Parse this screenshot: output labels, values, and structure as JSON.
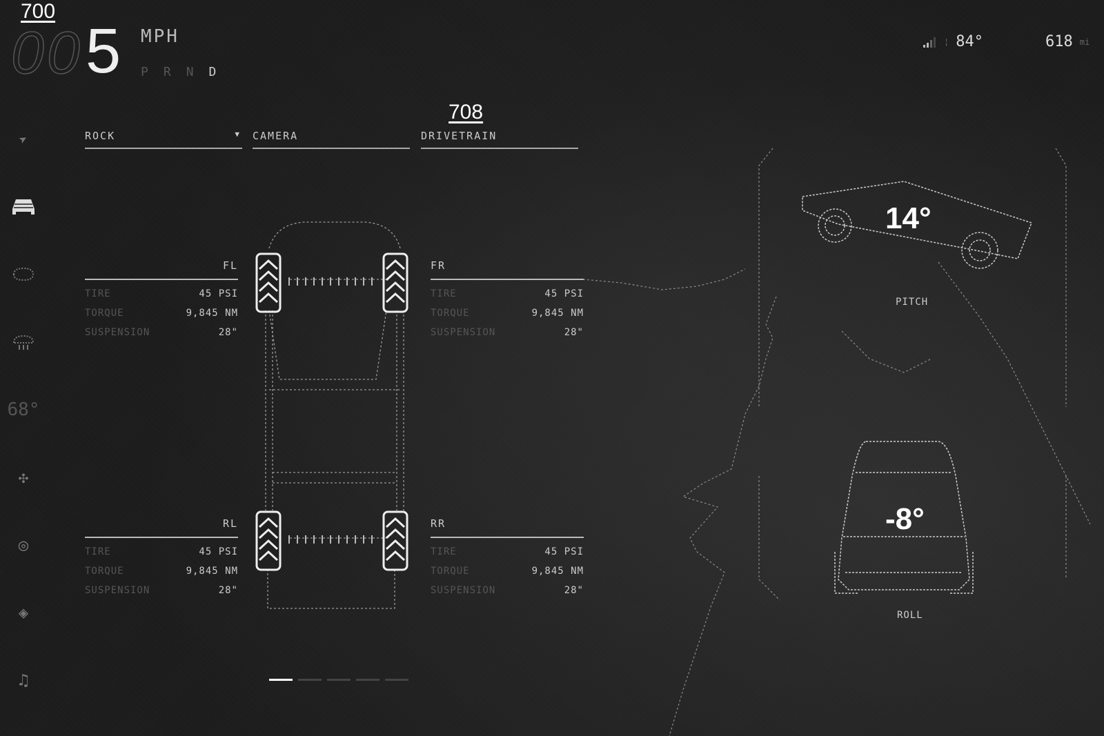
{
  "markers": {
    "top_left": "700",
    "tabs": "708"
  },
  "speed": {
    "ghost_digits": "00",
    "value": "5",
    "unit": "MPH"
  },
  "gears": [
    {
      "label": "P",
      "active": false
    },
    {
      "label": "R",
      "active": false
    },
    {
      "label": "N",
      "active": false
    },
    {
      "label": "D",
      "active": true
    }
  ],
  "status": {
    "temperature": "84°",
    "range": "618",
    "range_unit": "mi"
  },
  "sidebar": {
    "items": [
      {
        "name": "navigation",
        "icon": "navigate-icon",
        "glyph": "➤"
      },
      {
        "name": "vehicle",
        "icon": "car-icon",
        "glyph": "▀",
        "active": true
      },
      {
        "name": "front-defrost",
        "icon": "front-defrost-icon",
        "glyph": "◌"
      },
      {
        "name": "rear-defrost",
        "icon": "rear-defrost-icon",
        "glyph": "◠"
      },
      {
        "name": "cabin-temp",
        "icon": "temperature-icon",
        "glyph": "68°"
      },
      {
        "name": "fan",
        "icon": "fan-icon",
        "glyph": "✣"
      },
      {
        "name": "camera",
        "icon": "camera-icon",
        "glyph": "◎"
      },
      {
        "name": "apps",
        "icon": "apps-icon",
        "glyph": "◈"
      },
      {
        "name": "music",
        "icon": "music-icon",
        "glyph": "♫"
      }
    ]
  },
  "tabs": [
    {
      "label": "ROCK",
      "has_dropdown": true
    },
    {
      "label": "CAMERA"
    },
    {
      "label": "DRIVETRAIN"
    }
  ],
  "wheels": {
    "FL": {
      "code": "FL",
      "tire": "45 PSI",
      "torque": "9,845 NM",
      "suspension": "28\""
    },
    "FR": {
      "code": "FR",
      "tire": "45 PSI",
      "torque": "9,845 NM",
      "suspension": "28\""
    },
    "RL": {
      "code": "RL",
      "tire": "45 PSI",
      "torque": "9,845 NM",
      "suspension": "28\""
    },
    "RR": {
      "code": "RR",
      "tire": "45 PSI",
      "torque": "9,845 NM",
      "suspension": "28\""
    }
  },
  "labels": {
    "tire": "TIRE",
    "torque": "TORQUE",
    "suspension": "SUSPENSION"
  },
  "pitch": {
    "value": "14°",
    "label": "PITCH"
  },
  "roll": {
    "value": "-8°",
    "label": "ROLL"
  },
  "pager": {
    "count": 5,
    "active": 0
  }
}
